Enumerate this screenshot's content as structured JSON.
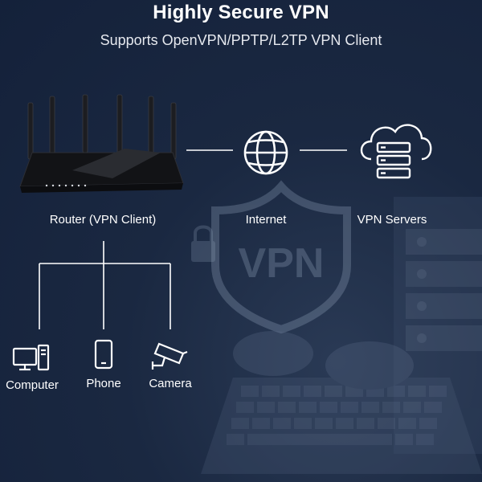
{
  "header": {
    "title": "Highly Secure VPN",
    "subtitle": "Supports OpenVPN/PPTP/L2TP VPN Client"
  },
  "background": {
    "shield_text": "VPN"
  },
  "nodes": {
    "router": "Router (VPN Client)",
    "internet": "Internet",
    "servers": "VPN Servers"
  },
  "devices": {
    "computer": "Computer",
    "phone": "Phone",
    "camera": "Camera"
  },
  "colors": {
    "background": "#1a2841",
    "line": "#ffffff",
    "router_body": "#121316"
  }
}
